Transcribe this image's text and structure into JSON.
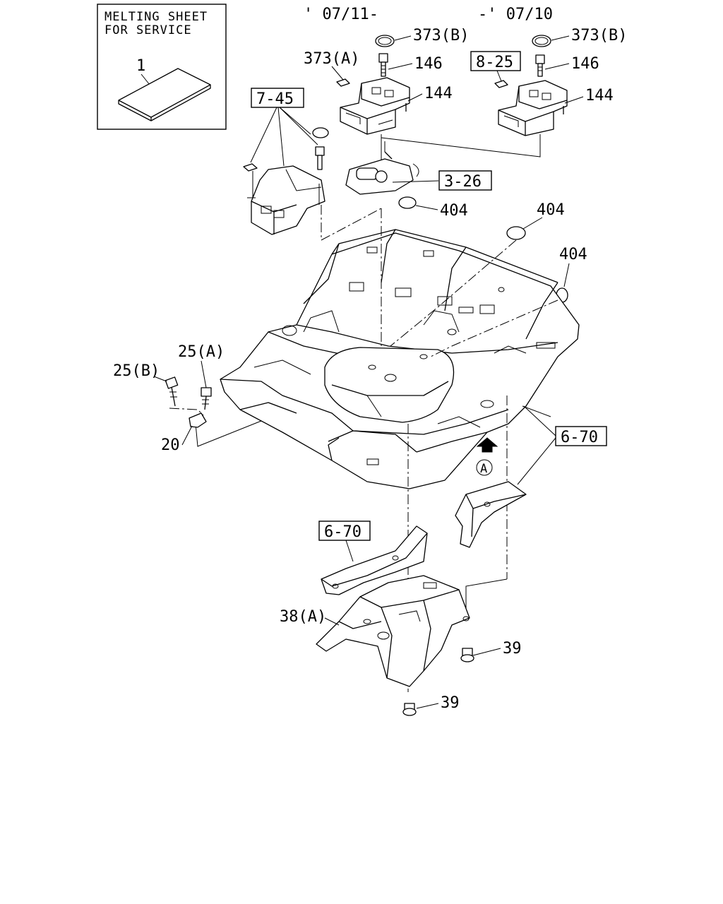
{
  "inset": {
    "title_line1": "MELTING SHEET",
    "title_line2": "FOR SERVICE",
    "part_no": "1"
  },
  "dates": {
    "left": "' 07/11-",
    "right": "-' 07/10"
  },
  "callouts": {
    "c373b_left": "373(B)",
    "c373b_right": "373(B)",
    "c373a": "373(A)",
    "c146_left": "146",
    "c146_right": "146",
    "c144_left": "144",
    "c144_right": "144",
    "c404_a": "404",
    "c404_b": "404",
    "c404_c": "404",
    "c25a": "25(A)",
    "c25b": "25(B)",
    "c20": "20",
    "c38a": "38(A)",
    "c39_a": "39",
    "c39_b": "39",
    "view_a": "A"
  },
  "ref_boxes": {
    "r745": "7-45",
    "r825": "8-25",
    "r326": "3-26",
    "r670_right": "6-70",
    "r670_left": "6-70"
  }
}
